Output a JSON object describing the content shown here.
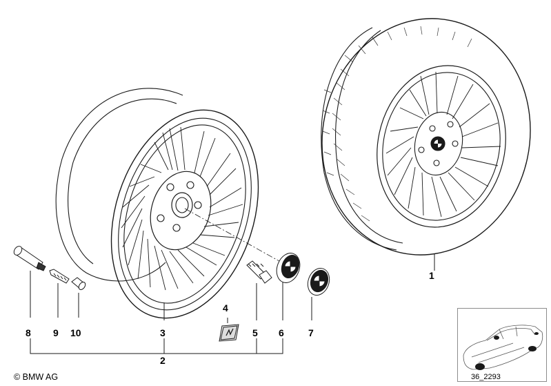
{
  "diagram": {
    "part_numbers": [
      "1",
      "2",
      "3",
      "4",
      "5",
      "6",
      "7",
      "8",
      "9",
      "10"
    ],
    "copyright": "© BMW AG",
    "reference_code": "36_2293"
  }
}
